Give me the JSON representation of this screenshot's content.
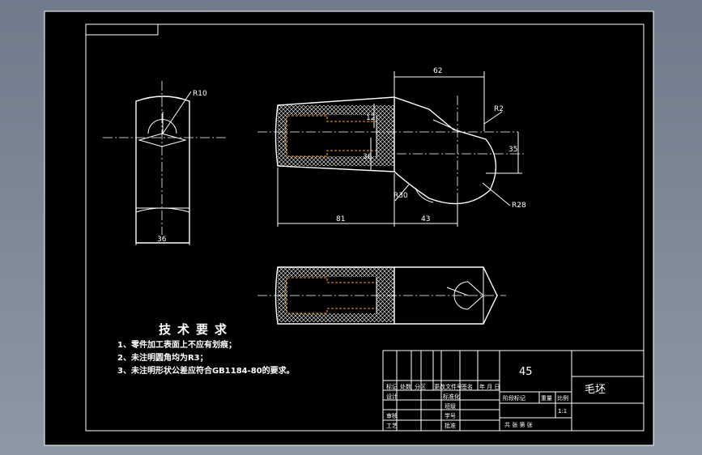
{
  "colors": {
    "paper": "#000000",
    "line": "#ffffff",
    "hidden": "#ff9a1a",
    "background": "#7f8a98"
  },
  "dimensions": {
    "r10": "R10",
    "w36": "36",
    "d62": "62",
    "r2": "R2",
    "d12": "12",
    "d36": "36",
    "d35": "35",
    "r30": "R30",
    "r28": "R28",
    "d81": "81",
    "d43": "43"
  },
  "notes": {
    "title": "技术要求",
    "items": [
      "1、零件加工表面上不应有划痕；",
      "2、未注明圆角均为R3；",
      "3、未注明形状公差应符合GB1184-80的要求。"
    ]
  },
  "title_block": {
    "material": "45",
    "part_name": "毛坯",
    "scale": "1:1",
    "row_labels": [
      "标记",
      "处数",
      "分区",
      "更改文件号",
      "签名",
      "年 月 日"
    ],
    "design": "设计",
    "standardization": "标准化",
    "review": "审核",
    "process": "工艺",
    "approve": "批准",
    "stage_mark": "阶段标记",
    "weight": "重量",
    "scale_label": "比例",
    "sheets": "共   张  第   张",
    "class": "班级",
    "student_no": "学号"
  }
}
